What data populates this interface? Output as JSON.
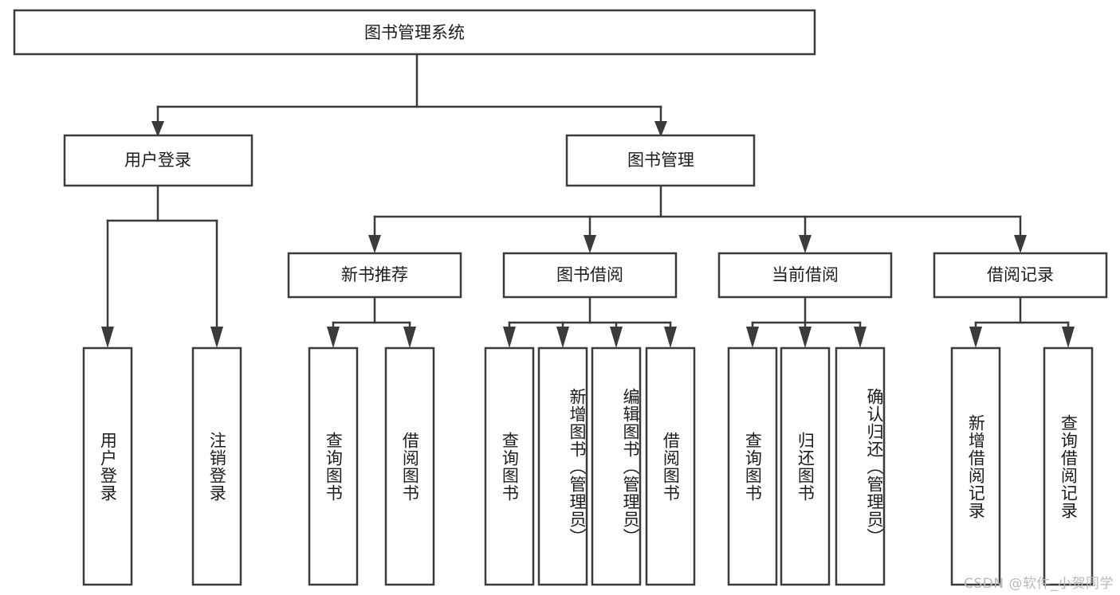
{
  "diagram": {
    "type": "hierarchy-tree",
    "title": "图书管理系统",
    "watermark": "CSDN @软件_小贺同学",
    "colors": {
      "stroke": "#3b3b3b",
      "fill": "#ffffff",
      "text": "#1c1c1c",
      "watermark": "#b9b9b9"
    },
    "levels": {
      "root": "图书管理系统",
      "level2": [
        "用户登录",
        "图书管理"
      ],
      "level3": [
        "新书推荐",
        "图书借阅",
        "当前借阅",
        "借阅记录"
      ]
    },
    "nodes": {
      "root": {
        "label": "图书管理系统"
      },
      "user_login": {
        "label": "用户登录"
      },
      "book_manage": {
        "label": "图书管理"
      },
      "new_book_rec": {
        "label": "新书推荐"
      },
      "book_borrow": {
        "label": "图书借阅"
      },
      "current_borrow": {
        "label": "当前借阅"
      },
      "borrow_record": {
        "label": "借阅记录"
      },
      "leaf_user_login": {
        "label": "用户登录"
      },
      "leaf_logout": {
        "label": "注销登录"
      },
      "leaf_query_book_1": {
        "label": "查询图书"
      },
      "leaf_borrow_book_1": {
        "label": "借阅图书"
      },
      "leaf_query_book_2": {
        "label": "查询图书"
      },
      "leaf_add_book": {
        "label": "新增图书（管理员）"
      },
      "leaf_edit_book": {
        "label": "编辑图书（管理员）"
      },
      "leaf_borrow_book_2": {
        "label": "借阅图书"
      },
      "leaf_query_book_3": {
        "label": "查询图书"
      },
      "leaf_return_book": {
        "label": "归还图书"
      },
      "leaf_confirm_return": {
        "label": "确认归还（管理员）"
      },
      "leaf_add_record": {
        "label": "新增借阅记录"
      },
      "leaf_query_record": {
        "label": "查询借阅记录"
      }
    },
    "edges": [
      {
        "from": "root",
        "to": "user_login"
      },
      {
        "from": "root",
        "to": "book_manage"
      },
      {
        "from": "user_login",
        "to": "leaf_user_login"
      },
      {
        "from": "user_login",
        "to": "leaf_logout"
      },
      {
        "from": "book_manage",
        "to": "new_book_rec"
      },
      {
        "from": "book_manage",
        "to": "book_borrow"
      },
      {
        "from": "book_manage",
        "to": "current_borrow"
      },
      {
        "from": "book_manage",
        "to": "borrow_record"
      },
      {
        "from": "new_book_rec",
        "to": "leaf_query_book_1"
      },
      {
        "from": "new_book_rec",
        "to": "leaf_borrow_book_1"
      },
      {
        "from": "book_borrow",
        "to": "leaf_query_book_2"
      },
      {
        "from": "book_borrow",
        "to": "leaf_add_book"
      },
      {
        "from": "book_borrow",
        "to": "leaf_edit_book"
      },
      {
        "from": "book_borrow",
        "to": "leaf_borrow_book_2"
      },
      {
        "from": "current_borrow",
        "to": "leaf_query_book_3"
      },
      {
        "from": "current_borrow",
        "to": "leaf_return_book"
      },
      {
        "from": "current_borrow",
        "to": "leaf_confirm_return"
      },
      {
        "from": "borrow_record",
        "to": "leaf_add_record"
      },
      {
        "from": "borrow_record",
        "to": "leaf_query_record"
      }
    ]
  }
}
